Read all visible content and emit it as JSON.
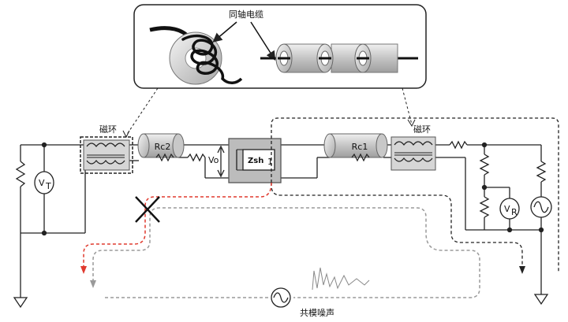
{
  "inset": {
    "coax_label": "同轴电缆"
  },
  "labels": {
    "ferrite_left": "磁环",
    "ferrite_right": "磁环",
    "rc2": "Rc2",
    "rc1": "Rc1",
    "vo": "Vo",
    "zsh": "Zsh",
    "zsh_sub": "1",
    "vt_main": "V",
    "vt_sub": "T",
    "vr_main": "V",
    "vr_sub": "R",
    "noise": "共模噪声"
  },
  "colors": {
    "wire": "#222222",
    "cable_fill": "#cfcfcf",
    "ferrite_fill": "#d6d6d6",
    "zsh_fill": "#bcbcbc",
    "red_path": "#e03a2e",
    "gray_path": "#9a9a9a"
  }
}
